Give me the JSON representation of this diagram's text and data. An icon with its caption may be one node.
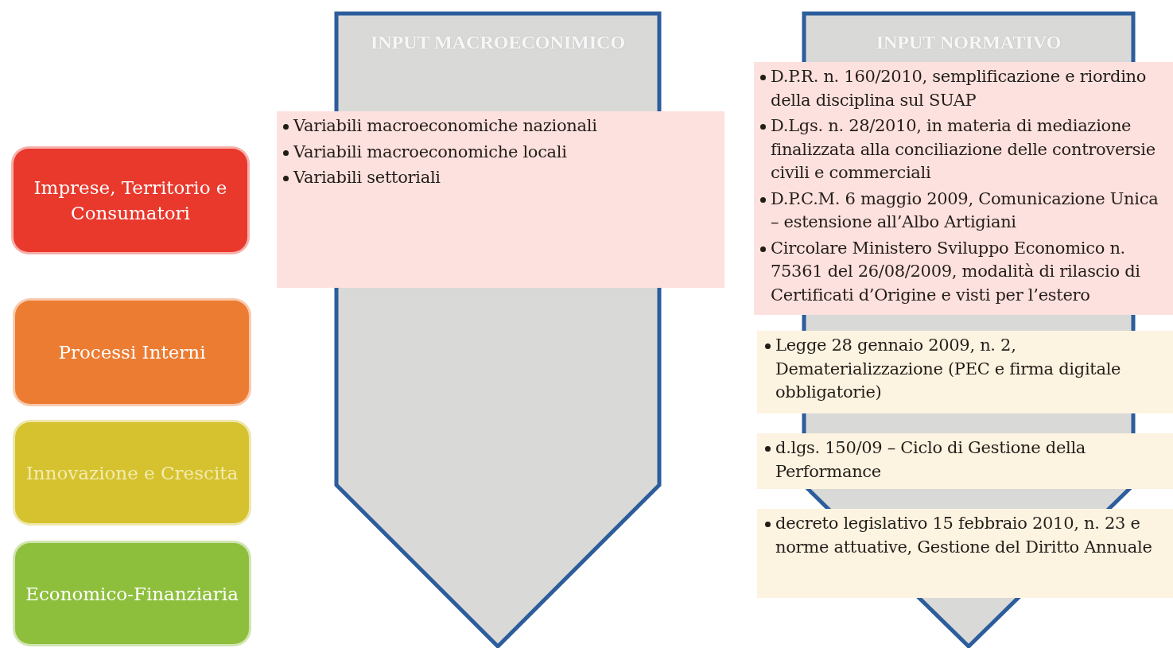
{
  "diagram": {
    "nodes": [
      {
        "text": [
          "Imprese, Territorio e Consumatori"
        ]
      },
      {
        "text": [
          "Processi Interni"
        ]
      },
      {
        "text": [
          "Innovazione e Crescita"
        ]
      },
      {
        "text": [
          "Economico-Finanziaria"
        ]
      },
      {
        "text": [
          "INPUT MACROECONIMICO"
        ]
      },
      {
        "text": [
          "Variabili macroeconomiche nazionali",
          "Variabili macroeconomiche locali",
          "Variabili settoriali"
        ]
      },
      {
        "text": [
          "INPUT NORMATIVO"
        ]
      },
      {
        "text": [
          "D.P.R. n. 160/2010, semplificazione e riordino della disciplina sul SUAP",
          "D.Lgs. n. 28/2010, in materia di mediazione finalizzata alla conciliazione delle controversie civili e commerciali",
          "D.P.C.M. 6 maggio 2009, Comunicazione Unica – estensione all’Albo Artigiani",
          "Circolare Ministero Sviluppo Economico n. 75361 del 26/08/2009, modalità di rilascio di Certificati d’Origine e visti per l’estero"
        ]
      },
      {
        "text": [
          "Legge 28 gennaio 2009, n. 2, Dematerializzazione (PEC e firma digitale obbligatorie)"
        ]
      },
      {
        "text": [
          "d.lgs. 150/09 – Ciclo di Gestione della Performance"
        ]
      },
      {
        "text": [
          "decreto legislativo 15 febbraio 2010, n. 23 e norme attuative, Gestione del Diritto Annuale"
        ]
      }
    ]
  }
}
